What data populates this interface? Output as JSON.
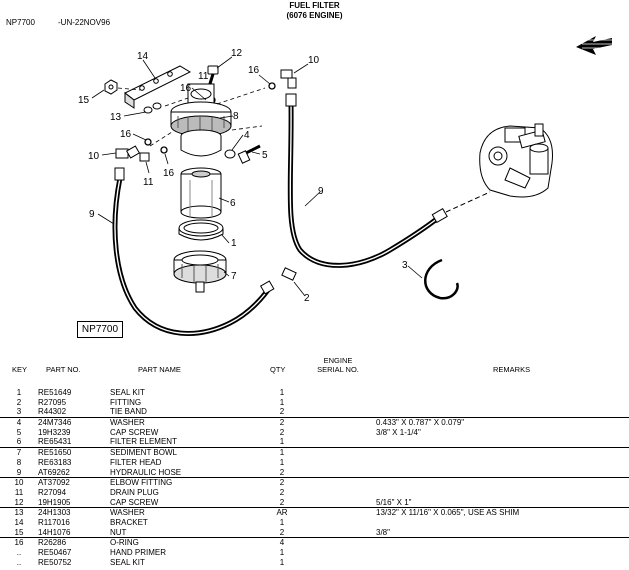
{
  "header": {
    "code": "NP7700",
    "ref": "-UN-22NOV96",
    "title_line1": "FUEL FILTER",
    "title_line2": "(6076 ENGINE)"
  },
  "diagram": {
    "callouts": [
      "14",
      "12",
      "16",
      "10",
      "15",
      "11",
      "13",
      "16",
      "8",
      "4",
      "16",
      "5",
      "10",
      "11",
      "16",
      "6",
      "9",
      "9",
      "1",
      "3",
      "7",
      "2"
    ],
    "figure_id": "NP7700"
  },
  "table": {
    "headers": {
      "key": "KEY",
      "part_no": "PART NO.",
      "part_name": "PART NAME",
      "qty": "QTY",
      "engine_line1": "ENGINE",
      "engine_line2": "SERIAL NO.",
      "remarks": "REMARKS"
    },
    "rows": [
      {
        "key": "1",
        "part": "RE51649",
        "name": "SEAL KIT",
        "qty": "1",
        "remarks": "",
        "sep": false
      },
      {
        "key": "2",
        "part": "R27095",
        "name": "FITTING",
        "qty": "1",
        "remarks": "",
        "sep": false
      },
      {
        "key": "3",
        "part": "R44302",
        "name": "TIE BAND",
        "qty": "2",
        "remarks": "",
        "sep": false
      },
      {
        "key": "4",
        "part": "24M7346",
        "name": "WASHER",
        "qty": "2",
        "remarks": "0.433\" X 0.787\" X 0.079\"",
        "sep": true
      },
      {
        "key": "5",
        "part": "19H3239",
        "name": "CAP SCREW",
        "qty": "2",
        "remarks": "3/8\" X 1-1/4\"",
        "sep": false
      },
      {
        "key": "6",
        "part": "RE65431",
        "name": "FILTER ELEMENT",
        "qty": "1",
        "remarks": "",
        "sep": false
      },
      {
        "key": "7",
        "part": "RE51650",
        "name": "SEDIMENT BOWL",
        "qty": "1",
        "remarks": "",
        "sep": true
      },
      {
        "key": "8",
        "part": "RE63183",
        "name": "FILTER HEAD",
        "qty": "1",
        "remarks": "",
        "sep": false
      },
      {
        "key": "9",
        "part": "AT69262",
        "name": "HYDRAULIC HOSE",
        "qty": "2",
        "remarks": "",
        "sep": false
      },
      {
        "key": "10",
        "part": "AT37092",
        "name": "ELBOW FITTING",
        "qty": "2",
        "remarks": "",
        "sep": true
      },
      {
        "key": "11",
        "part": "R27094",
        "name": "DRAIN PLUG",
        "qty": "2",
        "remarks": "",
        "sep": false
      },
      {
        "key": "12",
        "part": "19H1905",
        "name": "CAP SCREW",
        "qty": "2",
        "remarks": "5/16\" X 1\"",
        "sep": false
      },
      {
        "key": "13",
        "part": "24H1303",
        "name": "WASHER",
        "qty": "AR",
        "remarks": "13/32\" X 11/16\" X 0.065\", USE AS SHIM",
        "sep": true
      },
      {
        "key": "14",
        "part": "R117016",
        "name": "BRACKET",
        "qty": "1",
        "remarks": "",
        "sep": false
      },
      {
        "key": "15",
        "part": "14H1076",
        "name": "NUT",
        "qty": "2",
        "remarks": "3/8\"",
        "sep": false
      },
      {
        "key": "16",
        "part": "R26286",
        "name": "O-RING",
        "qty": "4",
        "remarks": "",
        "sep": true
      },
      {
        "key": "..",
        "part": "RE50467",
        "name": "HAND PRIMER",
        "qty": "1",
        "remarks": "",
        "sep": false
      },
      {
        "key": "..",
        "part": "RE50752",
        "name": "SEAL KIT",
        "qty": "1",
        "remarks": "",
        "sep": false
      }
    ]
  }
}
